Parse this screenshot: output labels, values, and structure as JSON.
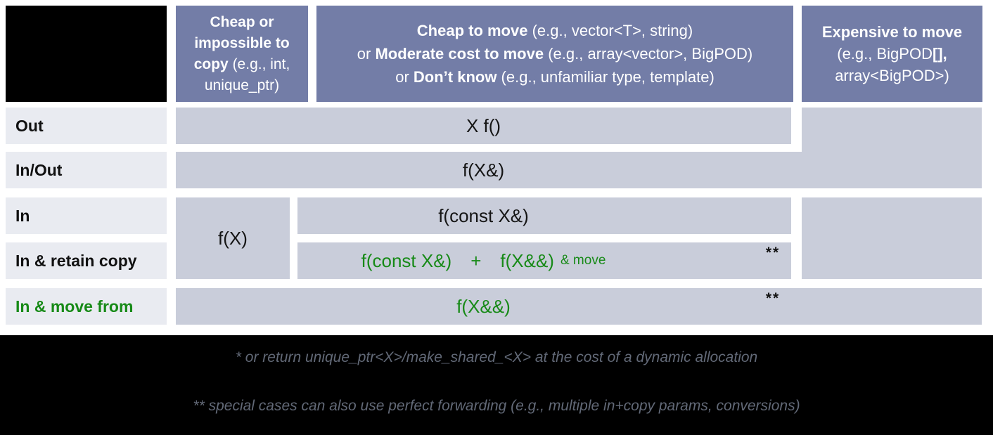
{
  "headers": {
    "col1": {
      "bold": "Cheap or impossible to copy",
      "rest": " (e.g., int, unique_ptr)"
    },
    "col2": {
      "l1b": "Cheap to move",
      "l1r": " (e.g., vector<T>, string)",
      "l2a": "or ",
      "l2b": "Moderate cost to move",
      "l2r": " (e.g., array<vector>, BigPOD)",
      "l3a": "or ",
      "l3b": "Don’t know",
      "l3r": " (e.g., unfamiliar type, template)"
    },
    "col3": {
      "l1b": "Expensive to move",
      "l2a": "(e.g., BigPOD",
      "l2b": "[],",
      "l3": "array<BigPOD>)"
    }
  },
  "rows": {
    "out": {
      "label": "Out",
      "code": "X f()"
    },
    "inout": {
      "label": "In/Out",
      "code": "f(X&)"
    },
    "in": {
      "label": "In",
      "code": "f(const X&)"
    },
    "retain": {
      "label": "In & retain copy",
      "code_part1": "f(const X&)",
      "plus": "+",
      "code_part2": "f(X&&)",
      "suffix": "& move",
      "stars": "**"
    },
    "movefrom": {
      "label": "In & move from",
      "code": "f(X&&)",
      "stars": "**"
    }
  },
  "cheap_copy_shared_code": "f(X)",
  "footnotes": {
    "line1": "* or return unique_ptr<X>/make_shared_<X> at the cost of a dynamic allocation",
    "line2": "** special cases can also use perfect forwarding (e.g., multiple in+copy params, conversions)"
  },
  "colors": {
    "header_bg": "#737da7",
    "cell_bg": "#c9cdda",
    "label_bg": "#e9ebf1",
    "green_text": "#178a17",
    "footnote_text": "#626977",
    "footer_bg": "#000000",
    "code_text": "#151515"
  }
}
